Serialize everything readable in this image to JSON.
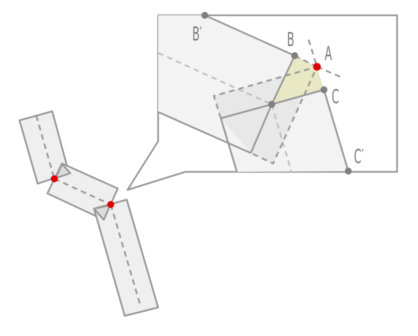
{
  "labels": {
    "b_prime": "B′",
    "b": "B",
    "a": "A",
    "c": "C",
    "c_prime": "C′"
  },
  "colors": {
    "stroke": "#999999",
    "fill": "#efefef",
    "joint": "#dd0000",
    "point": "#808080",
    "highlight": "#e8e8c4"
  }
}
